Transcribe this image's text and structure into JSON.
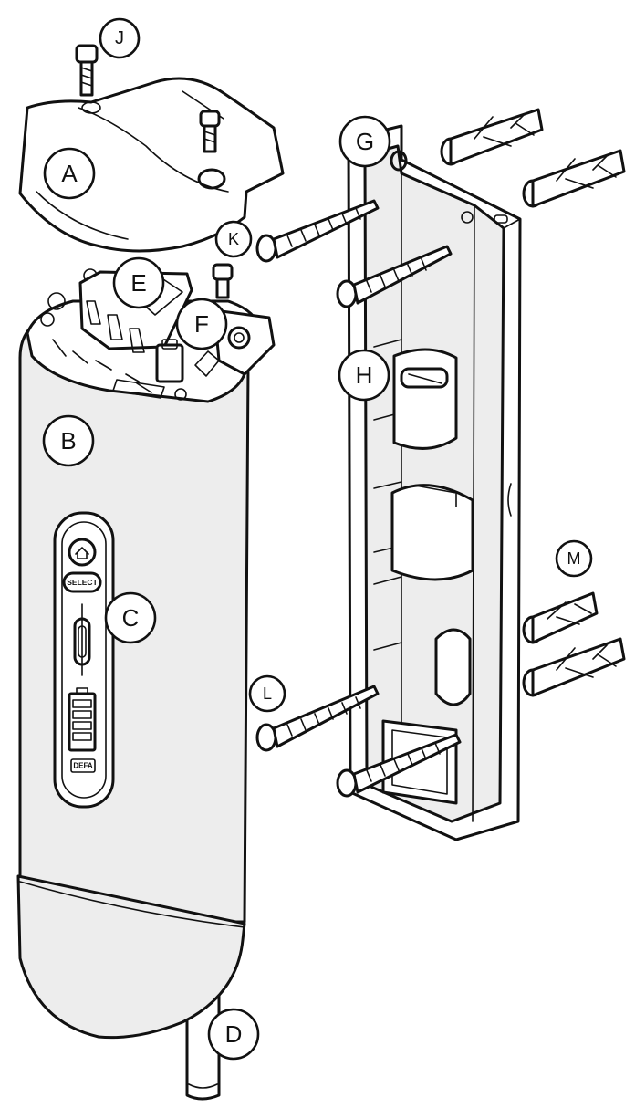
{
  "callouts": {
    "A": "A",
    "B": "B",
    "C": "C",
    "D": "D",
    "E": "E",
    "F": "F",
    "G": "G",
    "H": "H",
    "J": "J",
    "K": "K",
    "L": "L",
    "M": "M"
  },
  "device_panel": {
    "select_label": "SELECT",
    "brand_logo": "DEFA",
    "home_icon": "home-icon",
    "battery_icon": "battery-icon"
  }
}
